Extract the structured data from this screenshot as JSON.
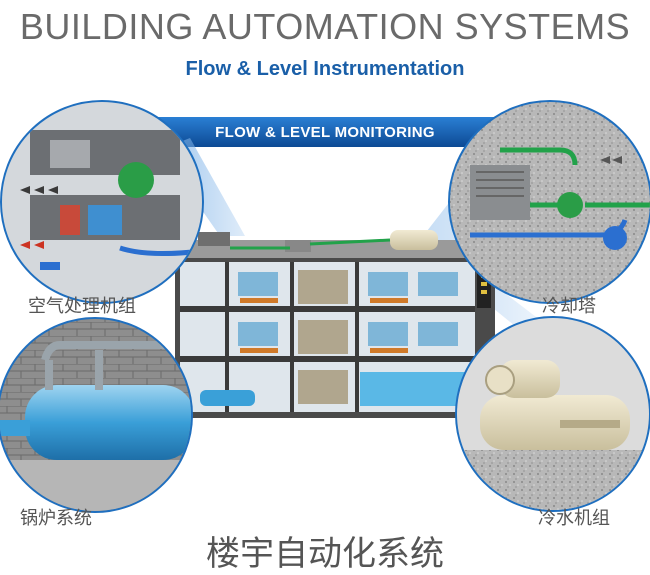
{
  "header": {
    "title": "BUILDING AUTOMATION SYSTEMS",
    "subtitle": "Flow & Level Instrumentation"
  },
  "banner": {
    "label": "FLOW & LEVEL MONITORING"
  },
  "callouts": {
    "air_handling_unit": "空气处理机组",
    "cooling_tower": "冷却塔",
    "boiler": "锅炉系统",
    "chiller": "冷水机组"
  },
  "footer": {
    "caption": "楼宇自动化系统"
  },
  "colors": {
    "accent_blue": "#1a5fa8",
    "ring_blue": "#1f6fbf",
    "pipe_green": "#22a24a",
    "pipe_blue": "#2b6fd0",
    "title_gray": "#6a6a6a"
  }
}
